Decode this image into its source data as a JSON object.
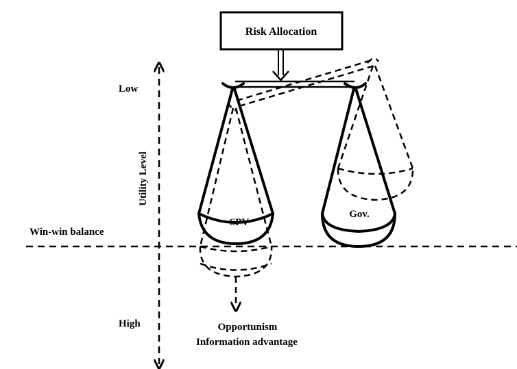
{
  "diagram": {
    "box_label": "Risk Allocation",
    "axis_top_label": "Low",
    "axis_bottom_label": "High",
    "axis_title": "Utility Level",
    "balance_label": "Win-win balance",
    "left_pan_label": "SPV",
    "right_pan_label": "Gov.",
    "bottom_label_1": "Opportunism",
    "bottom_label_2": "Information advantage"
  }
}
